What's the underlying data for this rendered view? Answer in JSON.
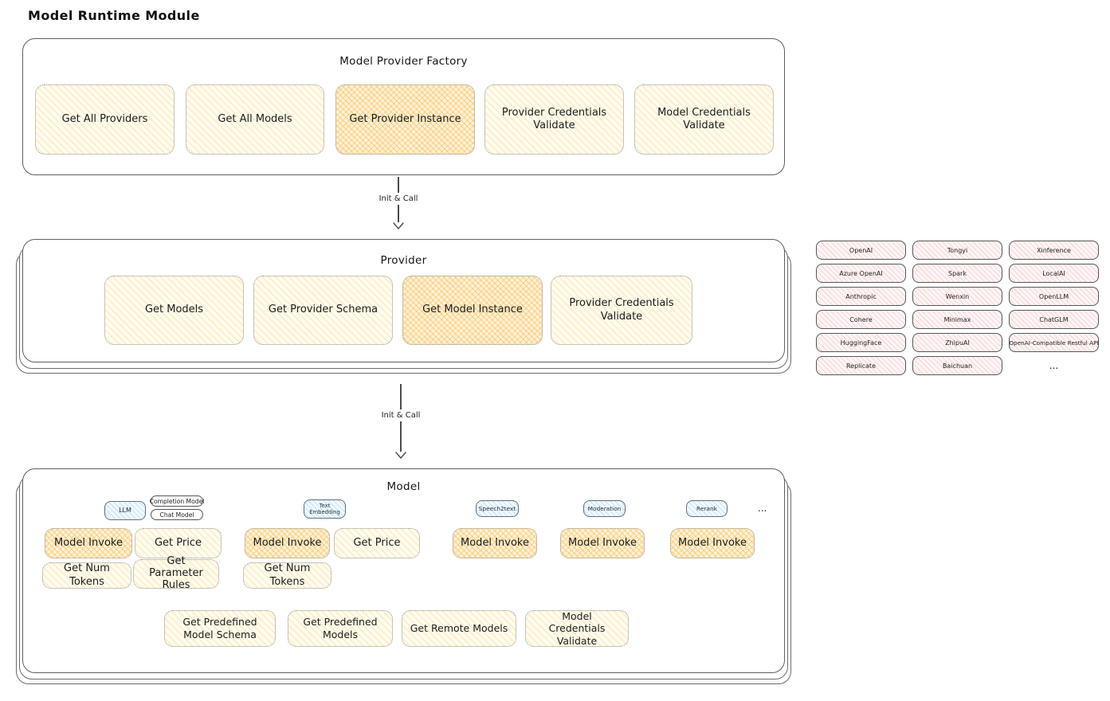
{
  "diagram": {
    "title": "Model Runtime Module"
  },
  "colors": {
    "yellow_fill": "#fff9db",
    "orange_fill": "#ffd8a8",
    "pink_fill": "#ffc9c9",
    "blue_fill": "#d0ebff"
  },
  "factory": {
    "title": "Model Provider Factory",
    "boxes": [
      {
        "label": "Get All Providers"
      },
      {
        "label": "Get All Models"
      },
      {
        "label": "Get Provider Instance"
      },
      {
        "label": "Provider Credentials Validate"
      },
      {
        "label": "Model Credentials Validate"
      }
    ]
  },
  "arrows": [
    {
      "label": "Init & Call"
    },
    {
      "label": "Init & Call"
    }
  ],
  "provider": {
    "title": "Provider",
    "boxes": [
      {
        "label": "Get Models"
      },
      {
        "label": "Get Provider Schema"
      },
      {
        "label": "Get Model Instance"
      },
      {
        "label": "Provider Credentials Validate"
      }
    ]
  },
  "providers": {
    "items": [
      "OpenAI",
      "Tongyi",
      "Xinference",
      "Azure OpenAI",
      "Spark",
      "LocalAI",
      "Anthropic",
      "Wenxin",
      "OpenLLM",
      "Cohere",
      "Minimax",
      "ChatGLM",
      "HuggingFace",
      "ZhipuAI",
      "OpenAI-Compatible Restful API",
      "Replicate",
      "Baichuan"
    ],
    "more": "..."
  },
  "model": {
    "title": "Model",
    "tabs": {
      "llm": "LLM",
      "completion": "Completion Model",
      "chat": "Chat Model",
      "text_embedding": "Text Embedding",
      "speech2text": "Speech2text",
      "moderation": "Moderation",
      "rerank": "Rerank",
      "more": "..."
    },
    "invoke_row": [
      "Model Invoke",
      "Get Price",
      "Model Invoke",
      "Get Price",
      "Model Invoke",
      "Model Invoke",
      "Model Invoke"
    ],
    "tokens_row": [
      "Get Num Tokens",
      "Get Parameter Rules",
      "Get Num Tokens"
    ],
    "bottom_row": [
      "Get Predefined Model Schema",
      "Get Predefined Models",
      "Get Remote Models",
      "Model Credentials Validate"
    ]
  }
}
